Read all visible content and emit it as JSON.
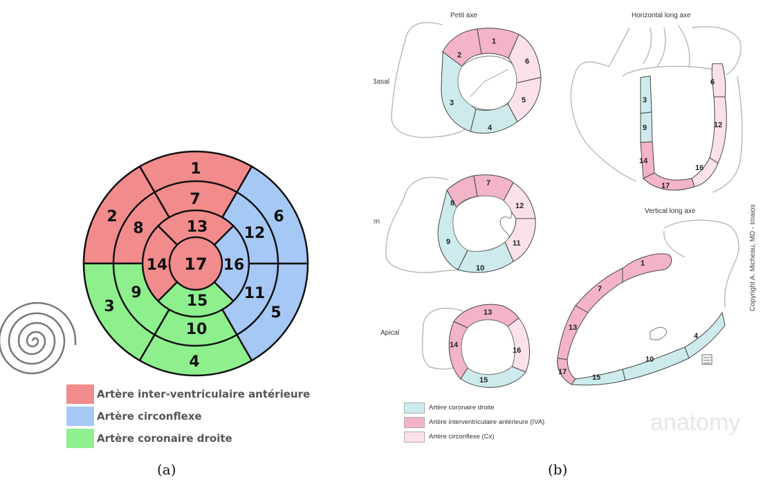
{
  "panel_a": {
    "caption": "(a)",
    "segments": {
      "s1": "1",
      "s2": "2",
      "s3": "3",
      "s4": "4",
      "s5": "5",
      "s6": "6",
      "s7": "7",
      "s8": "8",
      "s9": "9",
      "s10": "10",
      "s11": "11",
      "s12": "12",
      "s13": "13",
      "s14": "14",
      "s15": "15",
      "s16": "16",
      "s17": "17"
    },
    "legend": [
      {
        "label": "Artère inter-ventriculaire antérieure",
        "color": "#f28b8b"
      },
      {
        "label": "Artère circonflexe",
        "color": "#a6c8f5"
      },
      {
        "label": "Artère coronaire droite",
        "color": "#8df08d"
      }
    ]
  },
  "panel_b": {
    "caption": "(b)",
    "titles": {
      "petit_axe": "Petit axe",
      "horizontal": "Horizontal long axe",
      "vertical": "Vertical long axe"
    },
    "levels": {
      "basal": "Basal",
      "moyen": "Moyen",
      "apical": "Apical"
    },
    "legend": [
      {
        "label": "Artère coronaire droite",
        "color": "#cdebec"
      },
      {
        "label": "Artère interventriculaire antérieure (IVA)",
        "color": "#f3b4c7"
      },
      {
        "label": "Artère circonflexe (Cx)",
        "color": "#fbe2e8"
      }
    ],
    "copyright": "Copyright A. Micheau, MD - Imaios",
    "watermark": "anatomy",
    "labels": {
      "b1": "1",
      "b2": "2",
      "b3": "3",
      "b4": "4",
      "b5": "5",
      "b6": "6",
      "m7": "7",
      "m8": "8",
      "m9": "9",
      "m10": "10",
      "m11": "11",
      "m12": "12",
      "a13": "13",
      "a14": "14",
      "a15": "15",
      "a16": "16",
      "h3": "3",
      "h9": "9",
      "h14": "14",
      "h17": "17",
      "h16": "16",
      "h12": "12",
      "h6": "6",
      "v1": "1",
      "v7": "7",
      "v13": "13",
      "v17": "17",
      "v15": "15",
      "v10": "10",
      "v4": "4"
    }
  }
}
